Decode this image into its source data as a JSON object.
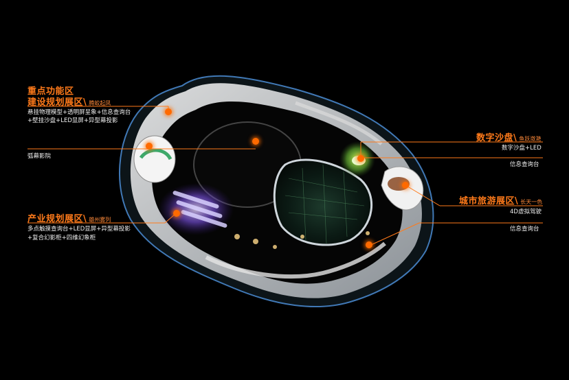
{
  "colors": {
    "accent": "#ff7a1a",
    "background": "#000000",
    "text": "#ffffff"
  },
  "zones": {
    "key_function": {
      "title_line1": "重点功能区",
      "title_line2": "建设规划展区\\",
      "subtitle": "腾蛟起凤",
      "desc_line1": "悬挂物理模型+透明屏呈象+信息查询台",
      "desc_line2": "+壁挂沙盘+LED显屏+异型幕投影"
    },
    "arc_cinema": {
      "label": "弧幕影院"
    },
    "industry": {
      "title": "产业规划展区\\",
      "subtitle": "雄州雾列",
      "desc_line1": "多点触摸查询台+LED显屏+异型幕投影",
      "desc_line2": "+复合幻影柜+四维幻象柜"
    },
    "digital_sandtable": {
      "title": "数字沙盘\\",
      "subtitle": "鱼跃潋滟",
      "desc": "数字沙盘+LED",
      "info": "信息查询台"
    },
    "city_tourism": {
      "title": "城市旅游展区\\",
      "subtitle": "长天一色",
      "desc": "4D虚拟驾驶",
      "info": "信息查询台"
    }
  }
}
